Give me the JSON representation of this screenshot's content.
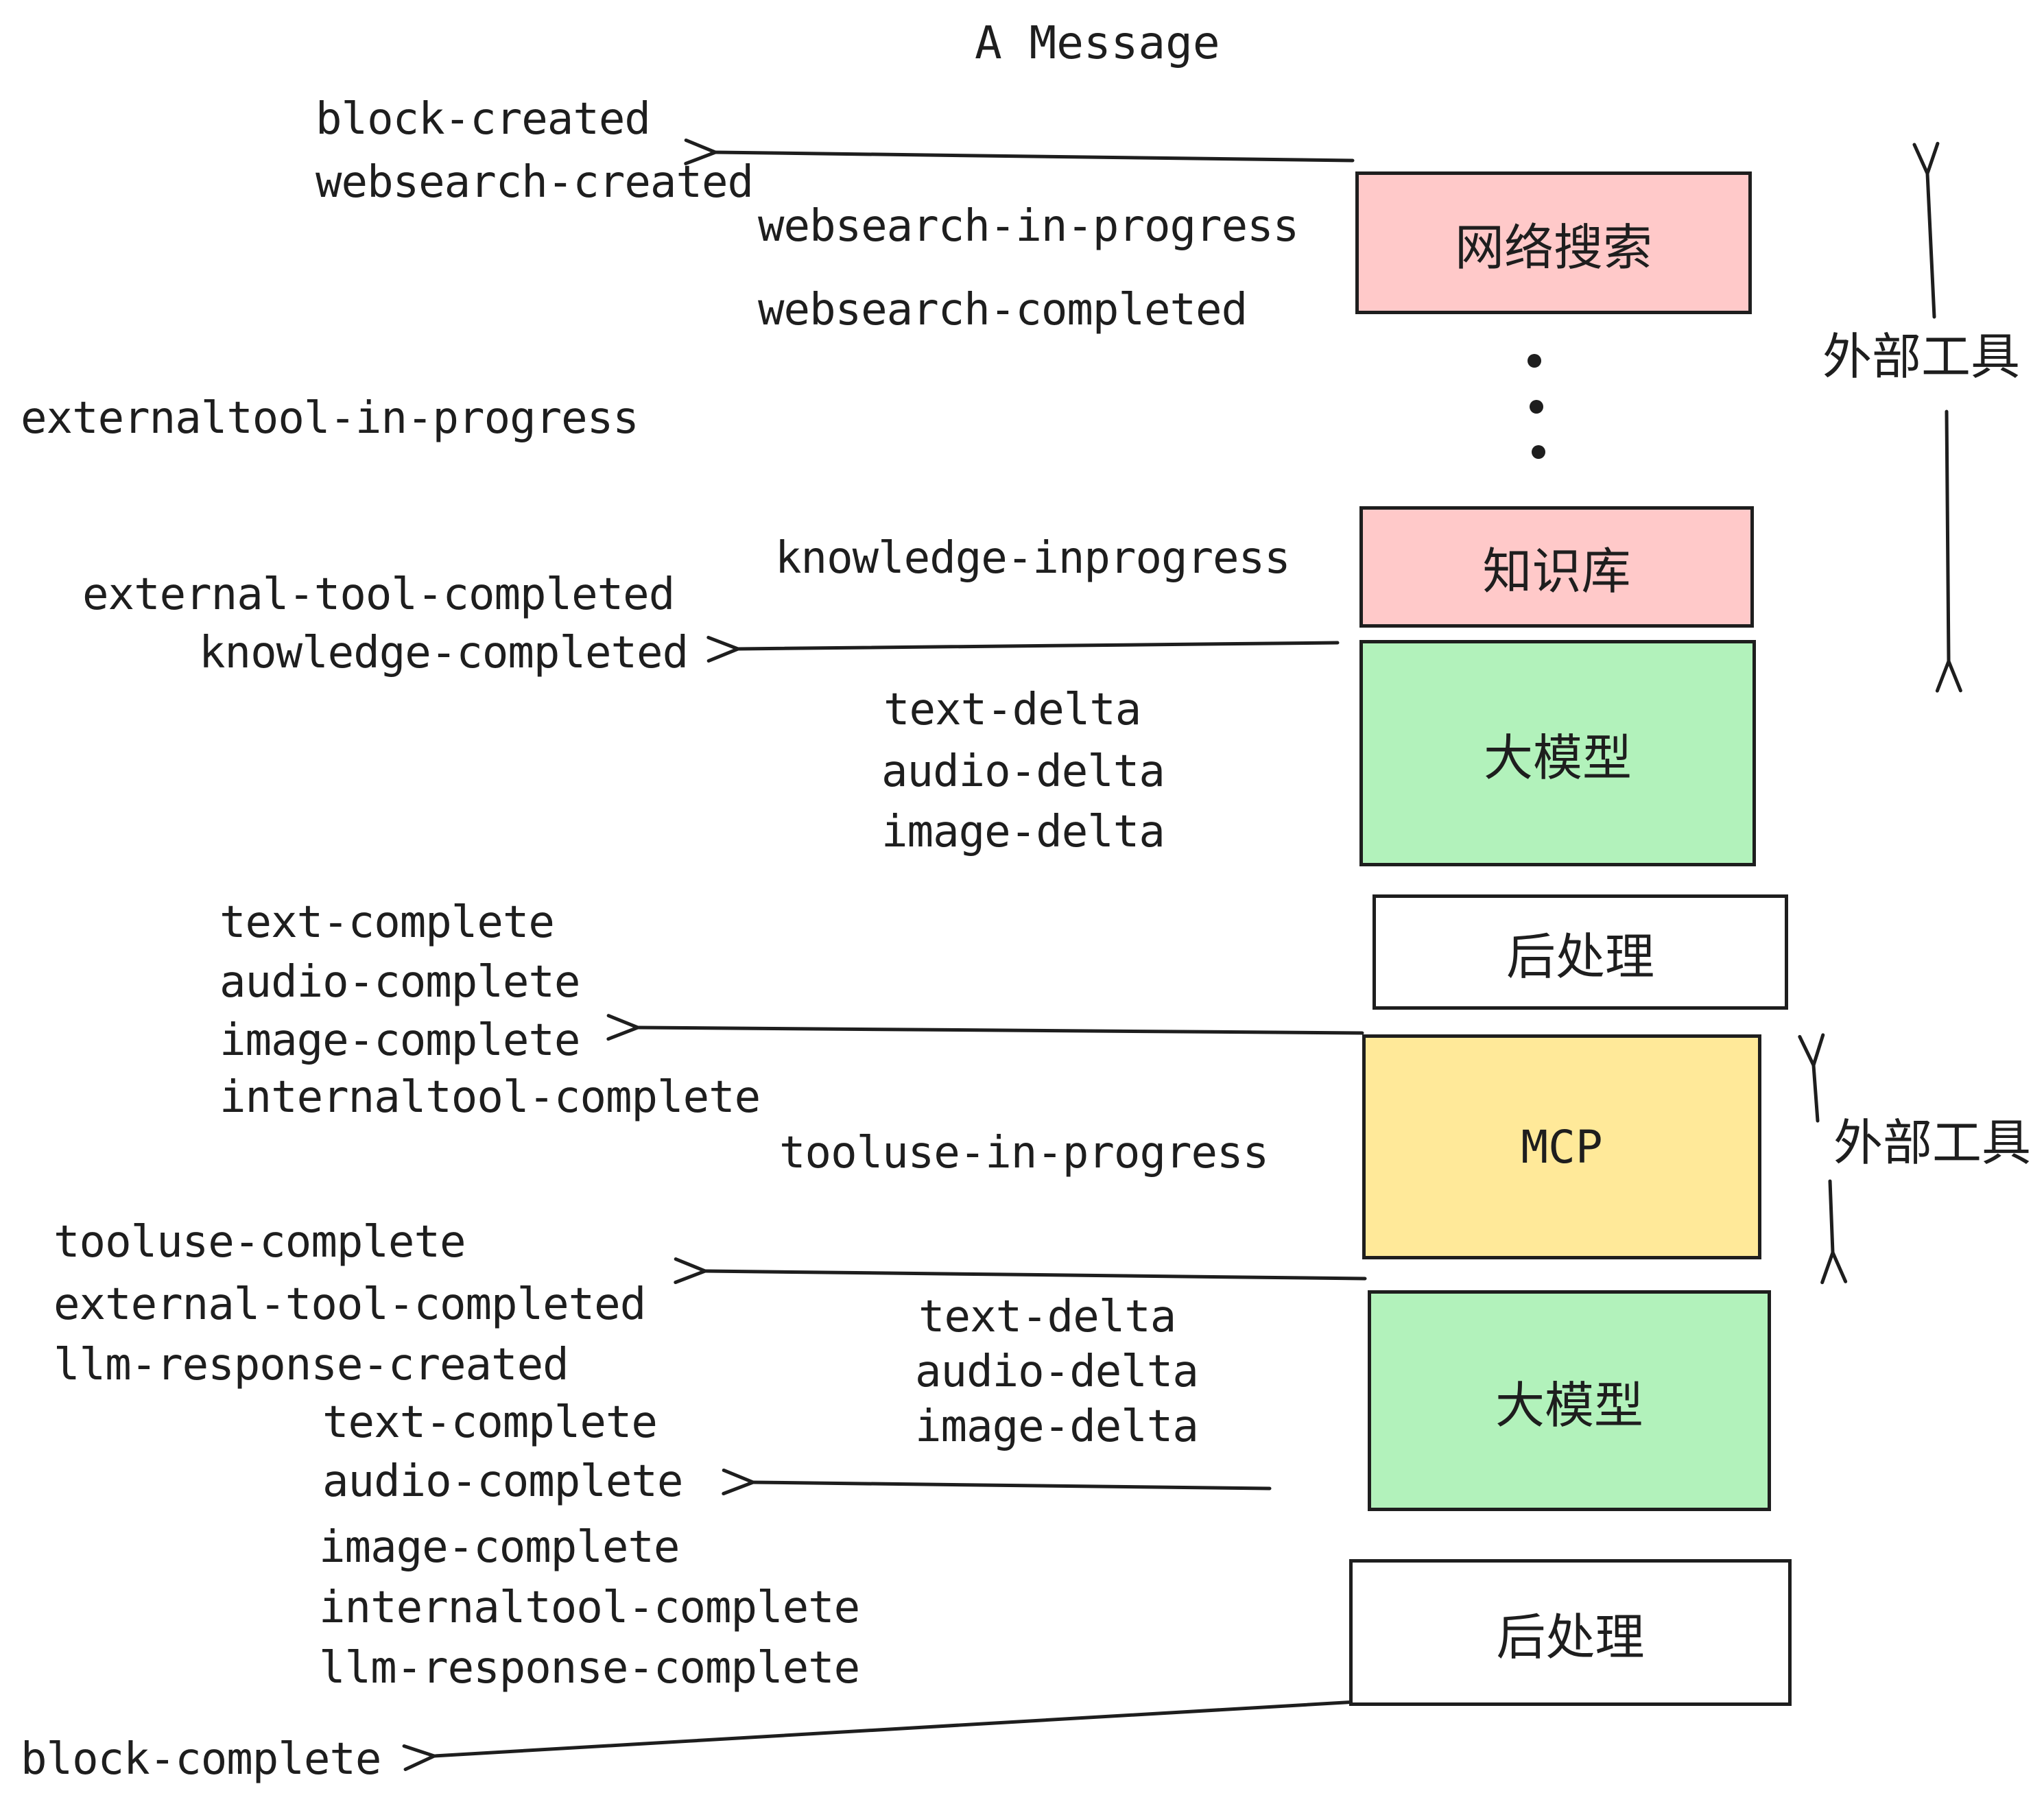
{
  "title": "A Message",
  "colors": {
    "stroke": "#1e1e1e",
    "background": "#ffffff",
    "pink": "#ffc9c9",
    "green": "#b2f2bb",
    "yellow": "#ffe999",
    "white": "#ffffff"
  },
  "boxes": [
    {
      "id": "websearch",
      "label": "网络搜索",
      "color": "#ffc9c9"
    },
    {
      "id": "knowledge",
      "label": "知识库",
      "color": "#ffc9c9"
    },
    {
      "id": "llm-1",
      "label": "大模型",
      "color": "#b2f2bb"
    },
    {
      "id": "post-1",
      "label": "后处理",
      "color": "#ffffff"
    },
    {
      "id": "mcp",
      "label": "MCP",
      "color": "#ffe999"
    },
    {
      "id": "llm-2",
      "label": "大模型",
      "color": "#b2f2bb"
    },
    {
      "id": "post-2",
      "label": "后处理",
      "color": "#ffffff"
    }
  ],
  "side_annotations": [
    {
      "label": "外部工具"
    },
    {
      "label": "外部工具"
    }
  ],
  "ellipsis_between_tools": "⋮",
  "events": [
    {
      "text": "block-created"
    },
    {
      "text": "websearch-created"
    },
    {
      "text": "websearch-in-progress"
    },
    {
      "text": "websearch-completed"
    },
    {
      "text": "externaltool-in-progress"
    },
    {
      "text": "external-tool-completed"
    },
    {
      "text": "knowledge-completed"
    },
    {
      "text": "knowledge-inprogress"
    },
    {
      "text": "text-delta"
    },
    {
      "text": "audio-delta"
    },
    {
      "text": "image-delta"
    },
    {
      "text": "text-complete"
    },
    {
      "text": "audio-complete"
    },
    {
      "text": "image-complete"
    },
    {
      "text": "internaltool-complete"
    },
    {
      "text": "tooluse-in-progress"
    },
    {
      "text": "tooluse-complete"
    },
    {
      "text": "external-tool-completed"
    },
    {
      "text": "llm-response-created"
    },
    {
      "text": "text-complete"
    },
    {
      "text": "audio-complete"
    },
    {
      "text": "image-complete"
    },
    {
      "text": "internaltool-complete"
    },
    {
      "text": "llm-response-complete"
    },
    {
      "text": "block-complete"
    }
  ]
}
